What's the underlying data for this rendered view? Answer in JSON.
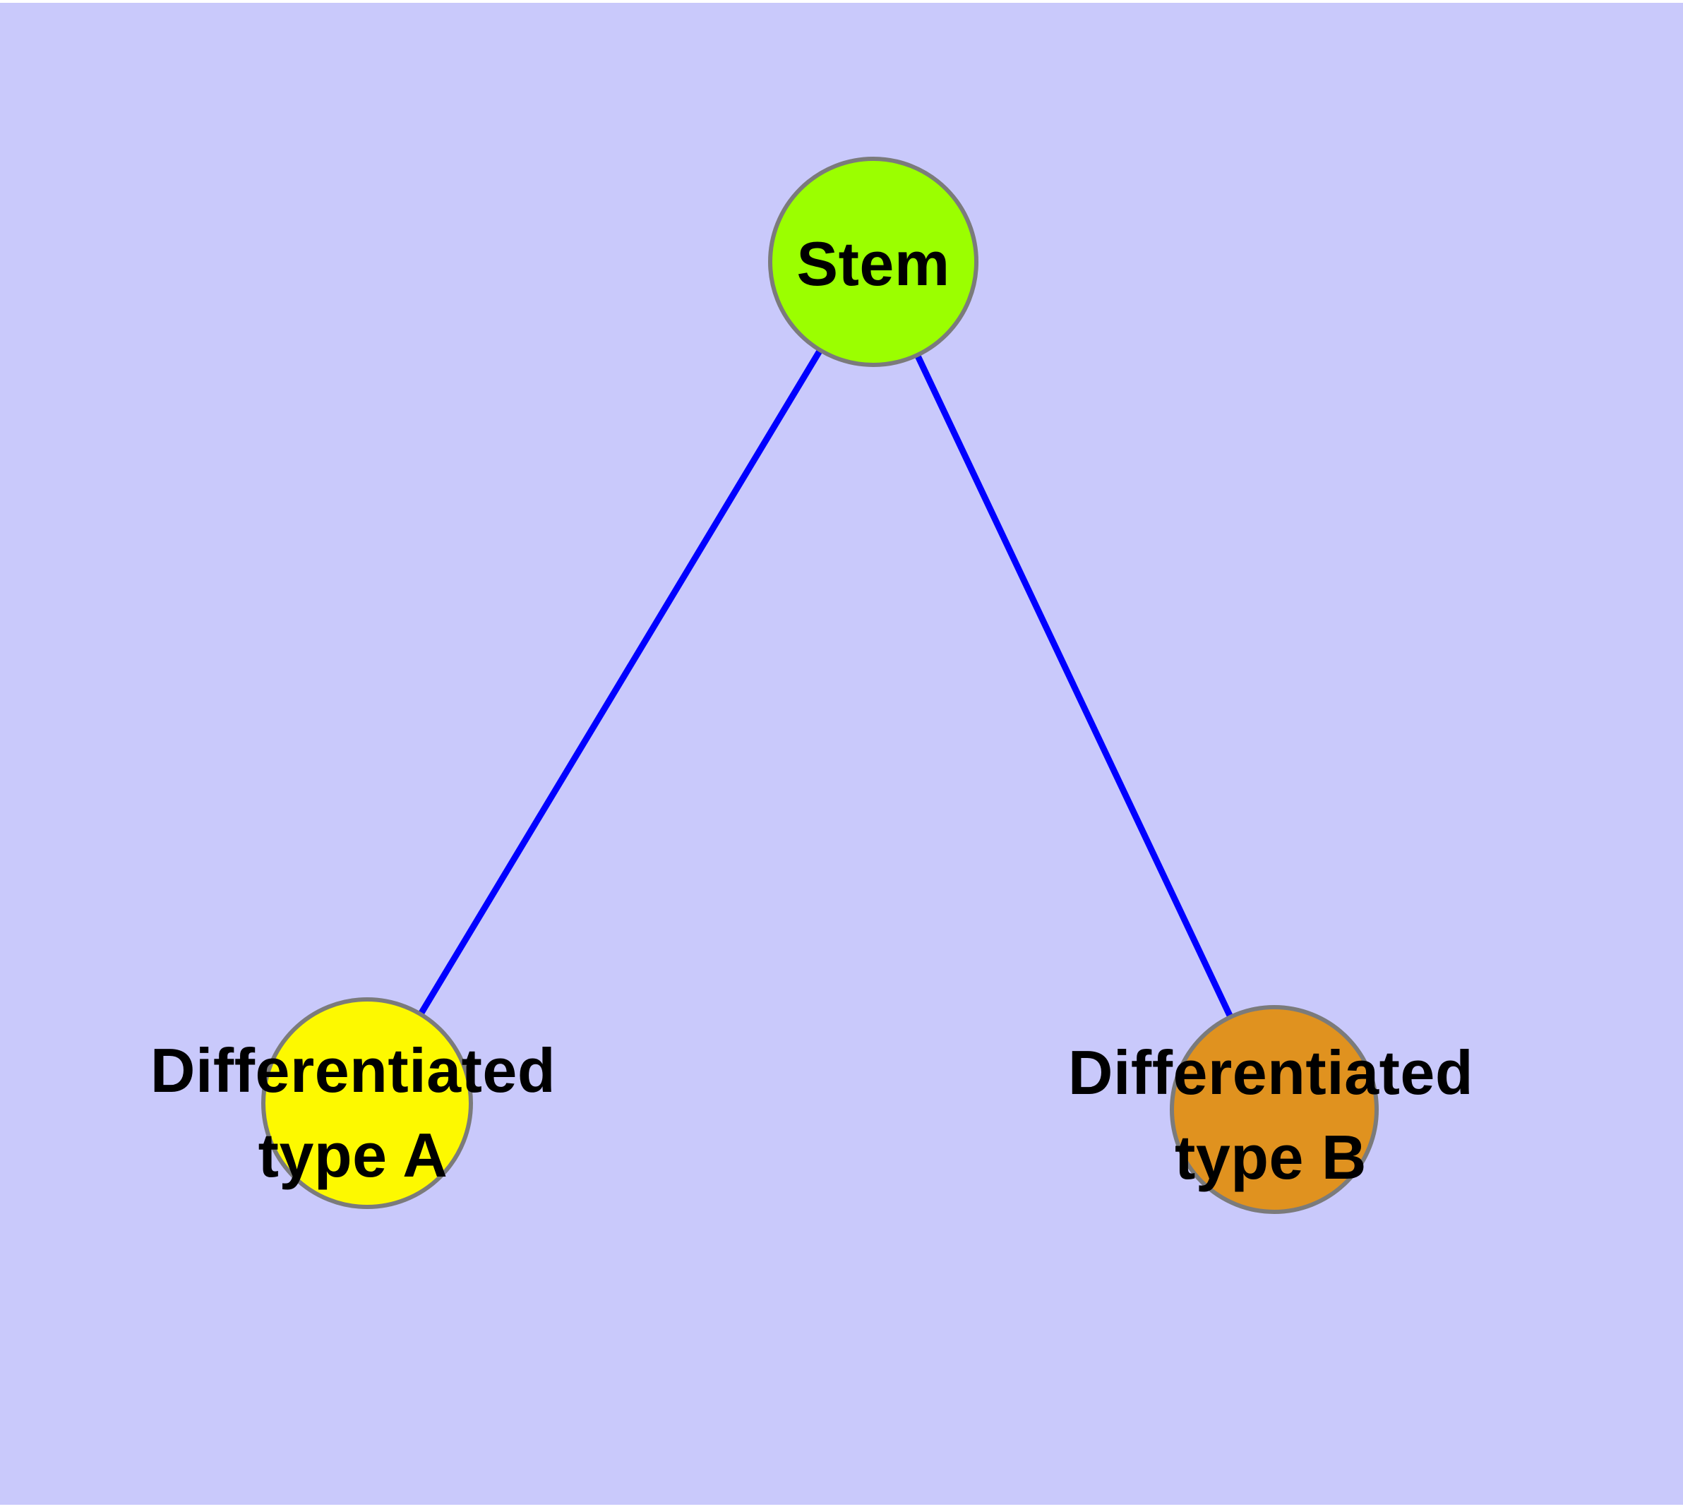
{
  "diagram": {
    "type": "graph",
    "nodes": {
      "stem": {
        "label": "Stem",
        "fill": "#9bff00"
      },
      "type_a": {
        "line1": "Differentiated",
        "line2": "type A",
        "fill": "#fdf900"
      },
      "type_b": {
        "line1": "Differentiated",
        "line2": "type B",
        "fill": "#e0921f"
      }
    },
    "edges": [
      {
        "from": "Stem",
        "to": "Differentiated type A"
      },
      {
        "from": "Stem",
        "to": "Differentiated type B"
      }
    ]
  },
  "colors": {
    "background": "#ffffff",
    "panel": "#c9c9fb",
    "edge": "#0000ff",
    "node_border": "#7b7b7b",
    "label_text": "#000000"
  }
}
